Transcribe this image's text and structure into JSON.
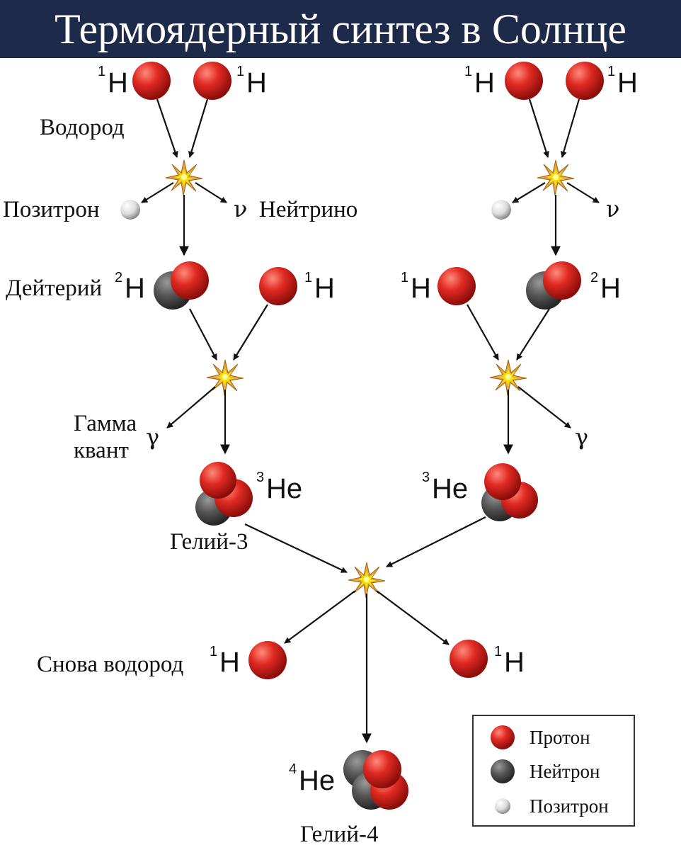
{
  "title": "Термоядерный синтез в Солнце",
  "labels": {
    "hydrogen": "Водород",
    "positron": "Позитрон",
    "neutrino": "Нейтрино",
    "deuterium": "Дейтерий",
    "gamma_quantum_1": "Гамма",
    "gamma_quantum_2": "квант",
    "helium3": "Гелий-3",
    "again_hydrogen": "Снова водород",
    "helium4": "Гелий-4"
  },
  "isotopes": {
    "h1_mass": "1",
    "h2_mass": "2",
    "he3_mass": "3",
    "he4_mass": "4",
    "h_symbol": "H",
    "he_symbol": "He"
  },
  "symbols": {
    "neutrino": "ν",
    "gamma": "γ"
  },
  "legend": {
    "proton": "Протон",
    "neutron": "Нейтрон",
    "positron": "Позитрон"
  },
  "colors": {
    "title_bg": "#1e2a4a",
    "proton": "#d92020",
    "neutron": "#555555",
    "positron": "#e6e6e6",
    "flash": "#f2e600"
  }
}
